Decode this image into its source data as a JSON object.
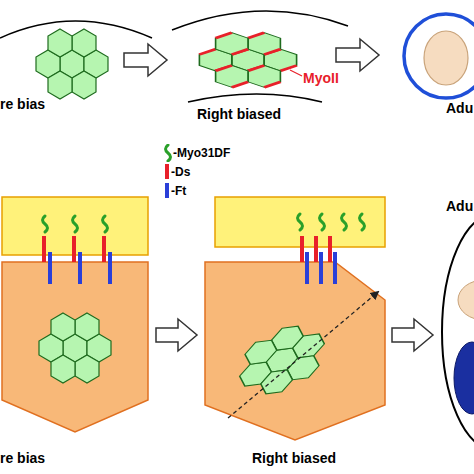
{
  "diagram": {
    "labels": [
      "re bias",
      "Right biased",
      "MyoII",
      "Adu",
      "re bias",
      "Right biased",
      "Adu"
    ],
    "legend": [
      {
        "text": "-Myo31DF"
      },
      {
        "text": "-Ds",
        "color": "#e8202a"
      },
      {
        "text": "-Ft",
        "color": "#2a3fd8"
      }
    ]
  }
}
